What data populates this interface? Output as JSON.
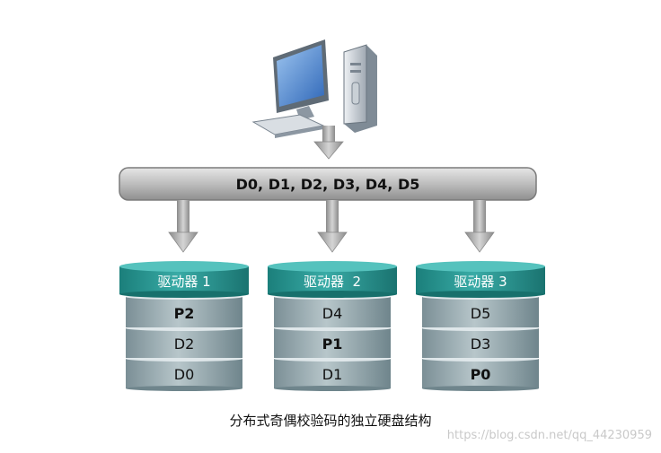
{
  "bus": {
    "label": "D0, D1, D2, D3, D4, D5"
  },
  "drives": [
    {
      "header": "驱动器 1",
      "blocks": [
        {
          "label": "P2",
          "parity": true
        },
        {
          "label": "D2",
          "parity": false
        },
        {
          "label": "D0",
          "parity": false
        }
      ]
    },
    {
      "header": "驱动器  2",
      "blocks": [
        {
          "label": "D4",
          "parity": false
        },
        {
          "label": "P1",
          "parity": true
        },
        {
          "label": "D1",
          "parity": false
        }
      ]
    },
    {
      "header": "驱动器 3",
      "blocks": [
        {
          "label": "D5",
          "parity": false
        },
        {
          "label": "D3",
          "parity": false
        },
        {
          "label": "P0",
          "parity": true
        }
      ]
    }
  ],
  "caption": "分布式奇偶校验码的独立硬盘结构",
  "watermark": "https://blog.csdn.net/qq_44230959",
  "colors": {
    "drive_header": "#2e9b97",
    "drive_block": "#9fb0b5",
    "bus": "#b9b9b9",
    "arrow": "#a9a9a9"
  }
}
